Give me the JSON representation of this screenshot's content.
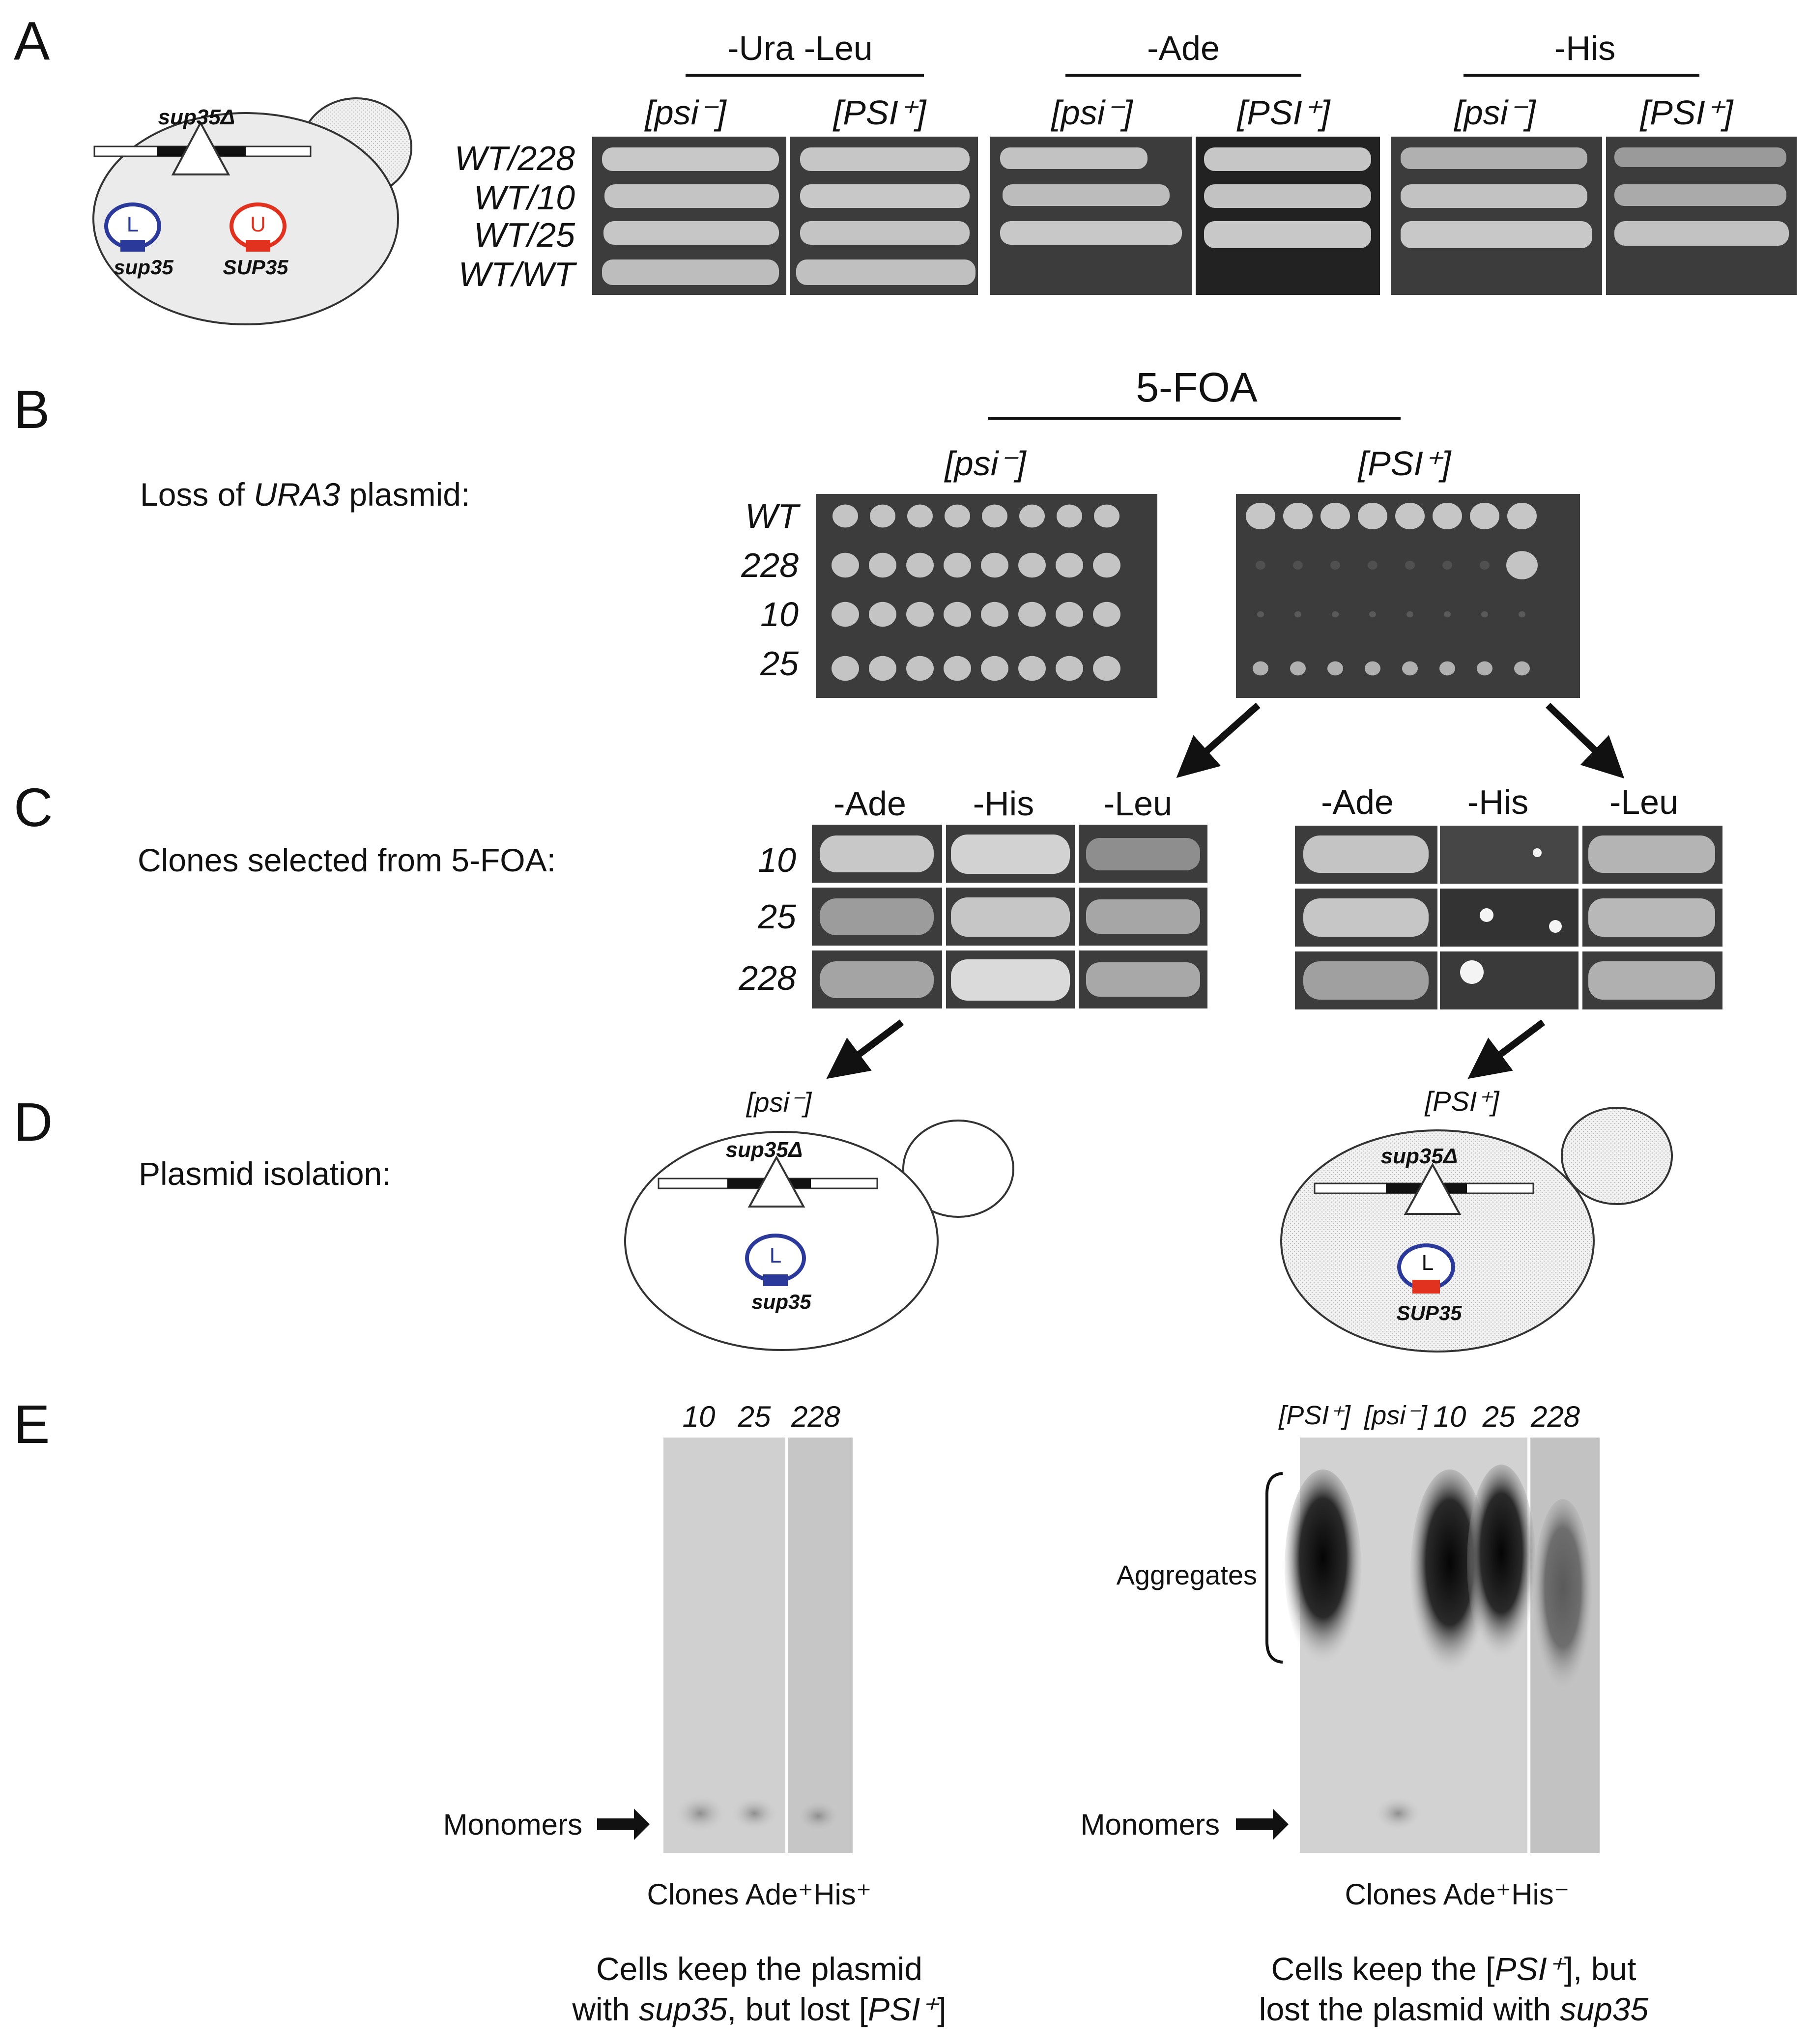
{
  "panels": {
    "a": {
      "letter": "A",
      "cell": {
        "gene_label": "sup35Δ",
        "plasmid_left_letter": "L",
        "plasmid_left_label": "sup35",
        "plasmid_right_letter": "U",
        "plasmid_right_label": "SUP35"
      },
      "media": [
        "-Ura -Leu",
        "-Ade",
        "-His"
      ],
      "states": [
        "[psi⁻]",
        "[PSI⁺]",
        "[psi⁻]",
        "[PSI⁺]",
        "[psi⁻]",
        "[PSI⁺]"
      ],
      "rows": [
        "WT/228",
        "WT/10",
        "WT/25",
        "WT/WT"
      ]
    },
    "b": {
      "letter": "B",
      "title_prefix": "Loss of ",
      "title_gene": "URA3",
      "title_suffix": " plasmid:",
      "medium": "5-FOA",
      "states": [
        "[psi⁻]",
        "[PSI⁺]"
      ],
      "rows": [
        "WT",
        "228",
        "10",
        "25"
      ]
    },
    "c": {
      "letter": "C",
      "title": "Clones selected from 5-FOA:",
      "media": [
        "-Ade",
        "-His",
        "-Leu",
        "-Ade",
        "-His",
        "-Leu"
      ],
      "rows": [
        "10",
        "25",
        "228"
      ]
    },
    "d": {
      "letter": "D",
      "title": "Plasmid isolation:",
      "left_state": "[psi⁻]",
      "right_state": "[PSI⁺]",
      "gene_label": "sup35Δ",
      "plasmid_letter": "L",
      "left_plasmid_label": "sup35",
      "right_plasmid_label": "SUP35"
    },
    "e": {
      "letter": "E",
      "left_lanes": [
        "10",
        "25",
        "228"
      ],
      "right_lanes": [
        "[PSI⁺]",
        "[psi⁻]",
        "10",
        "25",
        "228"
      ],
      "aggregates_label": "Aggregates",
      "monomers_label": "Monomers",
      "left_caption": "Clones Ade⁺His⁺",
      "right_caption": "Clones Ade⁺His⁻",
      "left_note_line1": "Cells keep the plasmid",
      "left_note_line2_a": "with ",
      "left_note_line2_b": "sup35",
      "left_note_line2_c": ", but lost [",
      "left_note_line2_d": "PSI⁺",
      "left_note_line2_e": "]",
      "right_note_line1_a": "Cells keep the [",
      "right_note_line1_b": "PSI⁺",
      "right_note_line1_c": "], but",
      "right_note_line2_a": "lost the plasmid with ",
      "right_note_line2_b": "sup35"
    }
  },
  "colors": {
    "plasmid_blue": "#2b3a9a",
    "plasmid_red": "#e0321e",
    "plate_dark": "#3c3c3c",
    "colony": "#c8c8c8"
  }
}
